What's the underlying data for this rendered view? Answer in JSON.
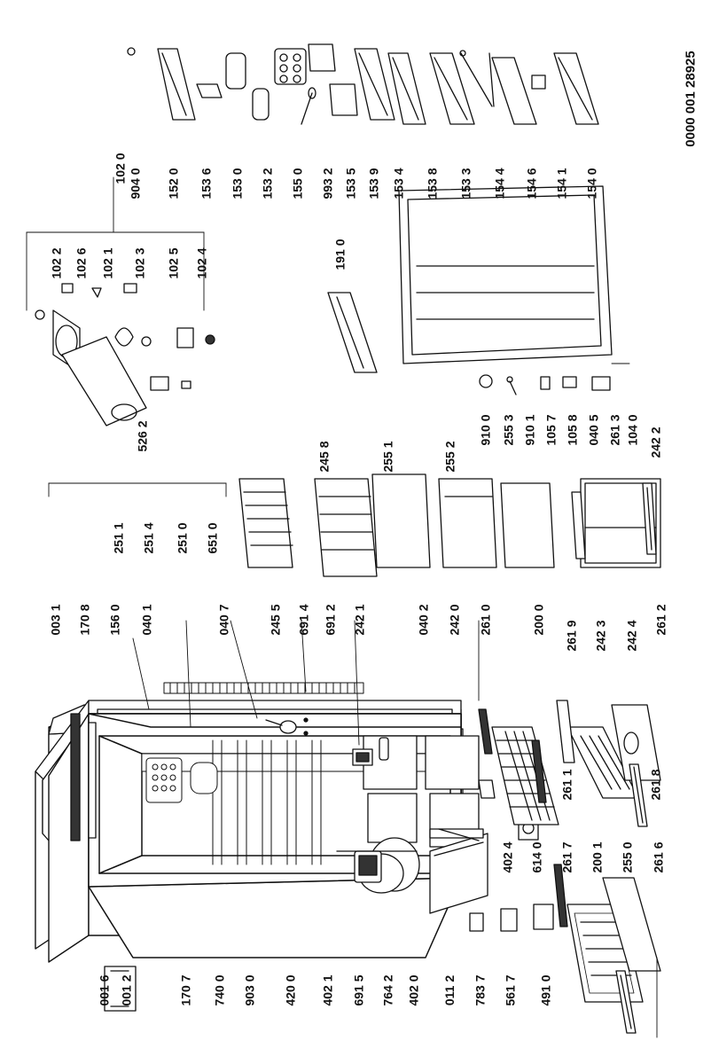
{
  "document_id": "0000 001 28925",
  "part_labels": {
    "p0016": "001 6",
    "p0012": "001 2",
    "p1707": "170 7",
    "p7400": "740 0",
    "p9030": "903 0",
    "p4200": "420 0",
    "p4021": "402 1",
    "p6915": "691 5",
    "p7642": "764 2",
    "p4020": "402 0",
    "p0112": "011 2",
    "p7837": "783 7",
    "p5617": "561 7",
    "p4910": "491 0",
    "p0031": "003 1",
    "p1708": "170 8",
    "p1560": "156 0",
    "p0401": "040 1",
    "p0407": "040 7",
    "p2455": "245 5",
    "p6914": "691 4",
    "p6912": "691 2",
    "p2421": "242 1",
    "p0402": "040 2",
    "p2420": "242 0",
    "p2610": "261 0",
    "p2000": "200 0",
    "p2619": "261 9",
    "p2423": "242 3",
    "p2424": "242 4",
    "p2612": "261 2",
    "p2618": "261 8",
    "p2611": "261 1",
    "p6140": "614 0",
    "p4024": "402 4",
    "p2617": "261 7",
    "p2001": "200 1",
    "p2550": "255 0",
    "p2616": "261 6",
    "p5262": "526 2",
    "p2511": "251 1",
    "p2514": "251 4",
    "p2510": "251 0",
    "p6510": "651 0",
    "p2458": "245 8",
    "p2551": "255 1",
    "p2552": "255 2",
    "p2553": "255 3",
    "p9100": "910 0",
    "p9101": "910 1",
    "p1057": "105 7",
    "p1058": "105 8",
    "p0405": "040 5",
    "p2613": "261 3",
    "p1040": "104 0",
    "p2422": "242 2",
    "p1020": "102 0",
    "p1022": "102 2",
    "p1026": "102 6",
    "p1021": "102 1",
    "p1023": "102 3",
    "p1025": "102 5",
    "p1024": "102 4",
    "p1910": "191 0",
    "p9040": "904 0",
    "p1520": "152 0",
    "p1536": "153 6",
    "p1530": "153 0",
    "p1532": "153 2",
    "p1550": "155 0",
    "p9932": "993 2",
    "p1535": "153 5",
    "p1539": "153 9",
    "p1534": "153 4",
    "p1538": "153 8",
    "p1533": "153 3",
    "p1544": "154 4",
    "p1546": "154 6",
    "p1541": "154 1",
    "p1540": "154 0"
  }
}
